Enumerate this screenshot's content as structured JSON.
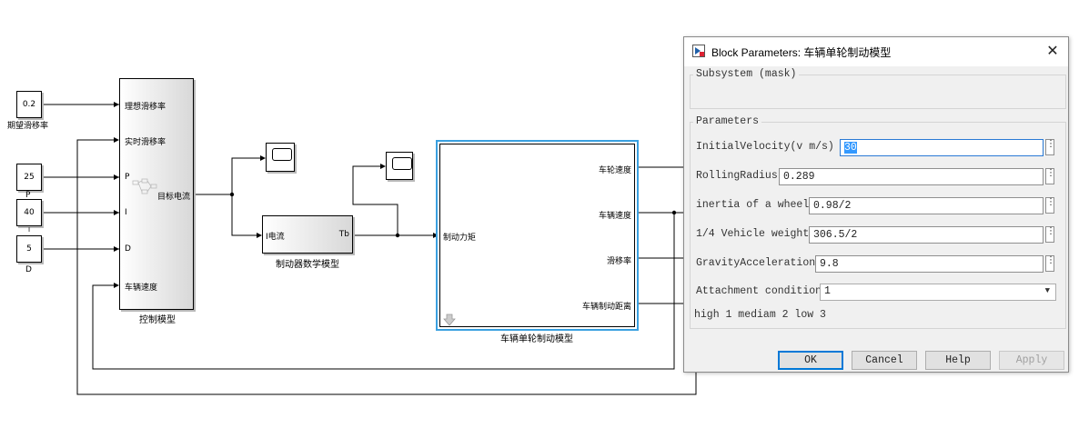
{
  "diagram": {
    "constants": [
      {
        "value": "0.2",
        "label": "期望滑移率"
      },
      {
        "value": "25",
        "label": "P"
      },
      {
        "value": "40",
        "label": "I"
      },
      {
        "value": "5",
        "label": "D"
      }
    ],
    "control_block": {
      "name": "控制模型",
      "inputs": [
        "理想滑移率",
        "实时滑移率",
        "P",
        "I",
        "D",
        "车辆速度"
      ],
      "output": "目标电流"
    },
    "actuator_block": {
      "name": "制动器数学模型",
      "input": "I电流",
      "output": "Tb"
    },
    "vehicle_block": {
      "name": "车辆单轮制动模型",
      "input": "制动力矩",
      "outputs": [
        "车轮速度",
        "车辆速度",
        "滑移率",
        "车辆制动距离"
      ]
    }
  },
  "dialog": {
    "title": "Block Parameters: 车辆单轮制动模型",
    "subsystem_label": "Subsystem (mask)",
    "parameters_label": "Parameters",
    "params": [
      {
        "label": "InitialVelocity(v  m/s)",
        "value": "30"
      },
      {
        "label": "RollingRadius",
        "value": "0.289"
      },
      {
        "label": "inertia of a wheel",
        "value": "0.98/2"
      },
      {
        "label": "1/4 Vehicle weight",
        "value": "306.5/2"
      },
      {
        "label": "GravityAcceleration",
        "value": "9.8"
      }
    ],
    "attachment": {
      "label": "Attachment condition",
      "value": "1"
    },
    "hint": "high 1 mediam 2 low 3",
    "buttons": {
      "ok": "OK",
      "cancel": "Cancel",
      "help": "Help",
      "apply": "Apply"
    }
  }
}
